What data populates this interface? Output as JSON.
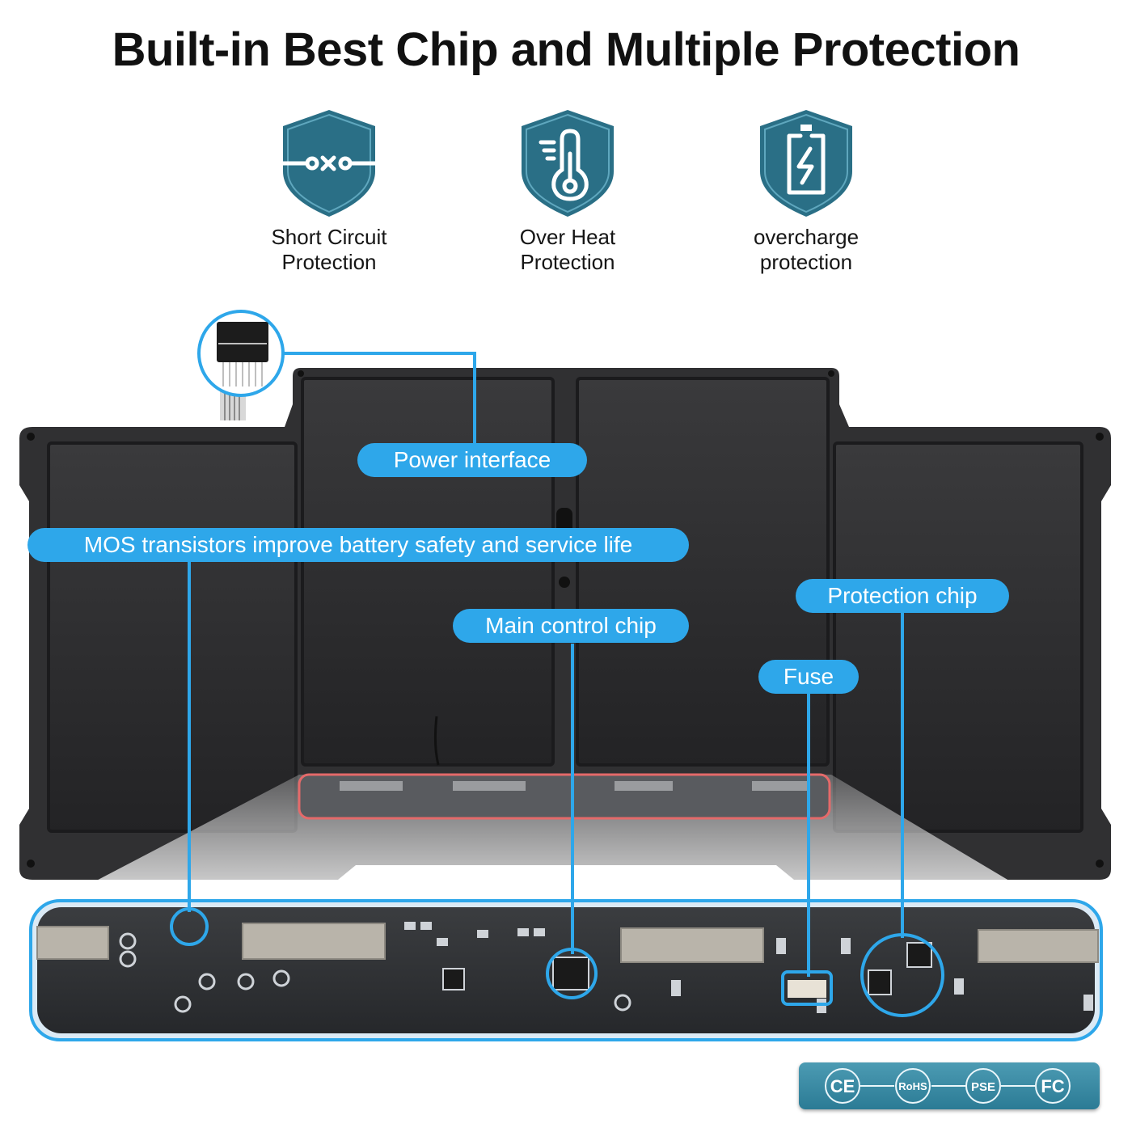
{
  "headline": "Built-in Best Chip and Multiple Protection",
  "features": [
    {
      "icon": "short-circuit-icon",
      "label": "Short Circuit\nProtection"
    },
    {
      "icon": "thermometer-icon",
      "label": "Over Heat\nProtection"
    },
    {
      "icon": "battery-charge-icon",
      "label": "overcharge\nprotection"
    }
  ],
  "callouts": {
    "power_interface": "Power interface",
    "mos": "MOS transistors improve battery safety and service life",
    "main_chip": "Main control chip",
    "protection_chip": "Protection chip",
    "fuse": "Fuse"
  },
  "colors": {
    "shield": "#2a6f86",
    "callout": "#2ea7ea",
    "battery_body": "#2b2b2d",
    "pcb_highlight": "#e46a6a"
  },
  "certifications": [
    "CE",
    "RoHS",
    "PSE",
    "FC"
  ]
}
